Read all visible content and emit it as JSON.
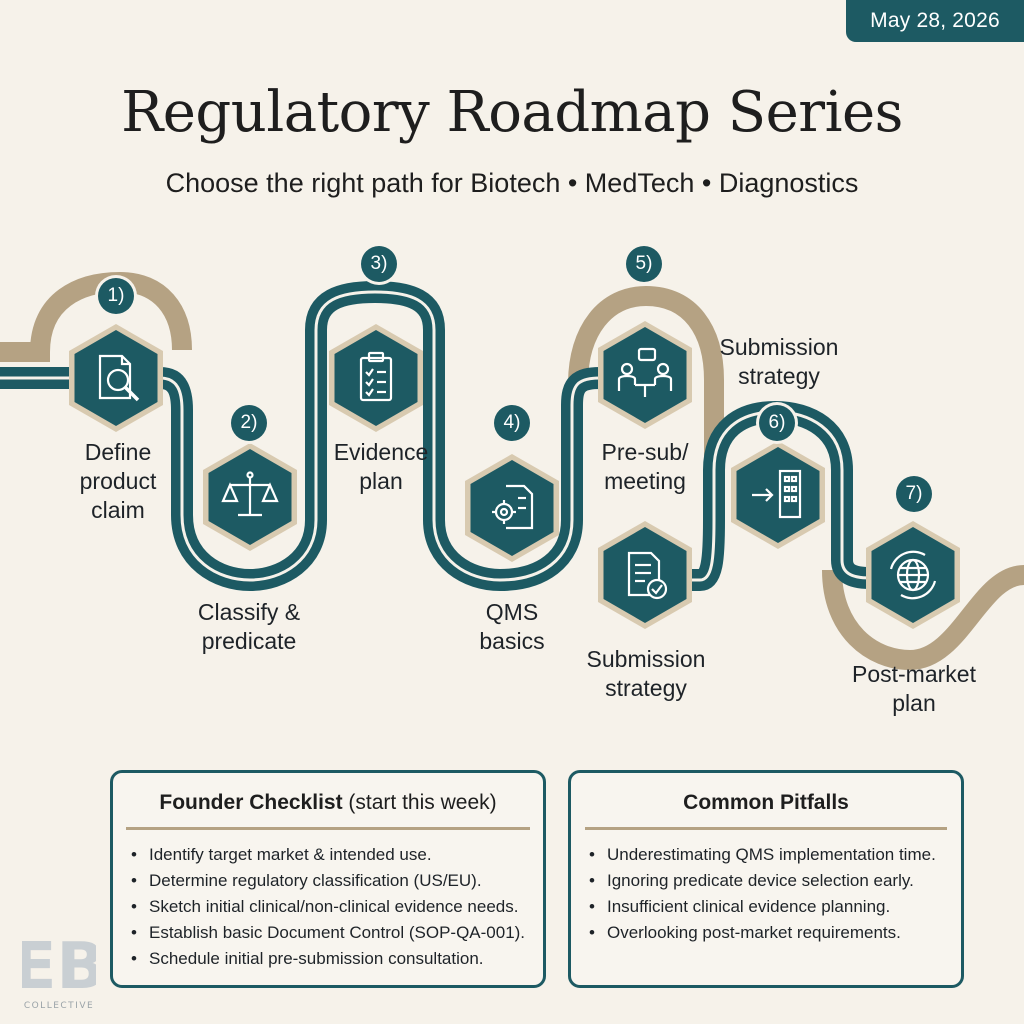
{
  "date": "May 28, 2026",
  "title": "Regulatory Roadmap Series",
  "subtitle": "Choose the right path for Biotech • MedTech • Diagnostics",
  "colors": {
    "teal": "#1d5a63",
    "tan": "#b5a283",
    "background": "#f6f2ea"
  },
  "steps": [
    {
      "number": "1)",
      "label_lines": [
        "Define",
        "product",
        "claim"
      ],
      "icon": "document-magnifier-icon"
    },
    {
      "number": "2)",
      "label_lines": [
        "Classify &",
        "predicate"
      ],
      "icon": "balance-scale-icon"
    },
    {
      "number": "3)",
      "label_lines": [
        "Evidence",
        "plan"
      ],
      "icon": "clipboard-checklist-icon"
    },
    {
      "number": "4)",
      "label_lines": [
        "QMS",
        "basics"
      ],
      "icon": "document-gear-icon"
    },
    {
      "number": "5)",
      "label_lines": [
        "Pre-sub/",
        "meeting"
      ],
      "icon": "meeting-chat-icon"
    },
    {
      "number": "6)",
      "label_lines": [
        "Submission",
        "strategy"
      ],
      "icon": "building-arrow-icon"
    },
    {
      "number": "7)",
      "label_lines": [
        "Post-market",
        "plan"
      ],
      "icon": "globe-refresh-icon"
    }
  ],
  "extra_node": {
    "label_lines": [
      "Submission",
      "strategy"
    ],
    "icon": "document-check-icon"
  },
  "checklist": {
    "title_bold": "Founder Checklist",
    "title_rest": " (start this week)",
    "items": [
      "Identify target market & intended use.",
      "Determine regulatory classification (US/EU).",
      "Sketch initial clinical/non-clinical evidence needs.",
      "Establish basic Document Control (SOP-QA-001).",
      "Schedule initial pre-submission consultation."
    ]
  },
  "pitfalls": {
    "title": "Common Pitfalls",
    "items": [
      "Underestimating QMS implementation time.",
      "Ignoring predicate device selection early.",
      "Insufficient clinical evidence planning.",
      "Overlooking post-market requirements."
    ]
  },
  "logo": {
    "letters": "EB",
    "text": "COLLECTIVE"
  }
}
